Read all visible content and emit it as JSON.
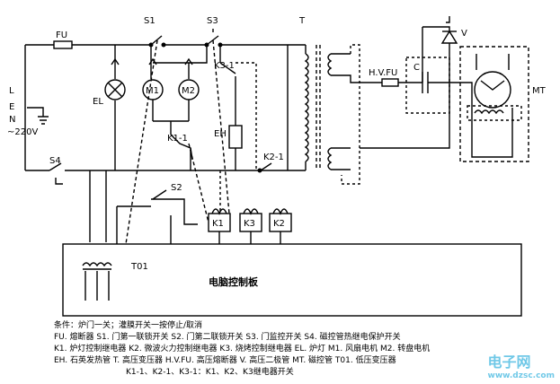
{
  "diagram": {
    "labels": {
      "fu": "FU",
      "s1": "S1",
      "s3": "S3",
      "s2": "S2",
      "s4": "S4",
      "t": "T",
      "v": "V",
      "c": "C",
      "hvfu": "H.V.FU",
      "mt": "MT",
      "el": "EL",
      "m1": "M1",
      "m2": "M2",
      "k3_1": "K3-1",
      "k1_1": "K1-1",
      "k2_1": "K2-1",
      "eh": "EH",
      "k1": "K1",
      "k3": "K3",
      "k2": "K2",
      "t01": "T01",
      "l": "L",
      "e": "E",
      "n": "N",
      "supply": "~220V",
      "control_board": "电脑控制板"
    },
    "legend": {
      "line1": "条件：炉门一关；灌膜开关一按停止/取消",
      "line2": "FU. 熔断器  S1. 门第一联锁开关  S2. 门第二联锁开关  S3. 门监控开关  S4. 磁控管热继电保护开关",
      "line3": "K1. 炉灯控制继电器 K2. 微波火力控制继电器 K3. 烧烤控制继电器 EL. 炉灯  M1. 风扇电机  M2. 转盘电机",
      "line4": "EH. 石英发热管  T. 高压变压器  H.V.FU. 高压熔断器  V. 高压二极管  MT. 磁控管  T01. 低压变压器",
      "line5": "K1-1、K2-1、K3-1：K1、K2、K3继电器开关"
    },
    "watermark": {
      "main": "电子网",
      "sub": "www.dzsc.com"
    }
  }
}
